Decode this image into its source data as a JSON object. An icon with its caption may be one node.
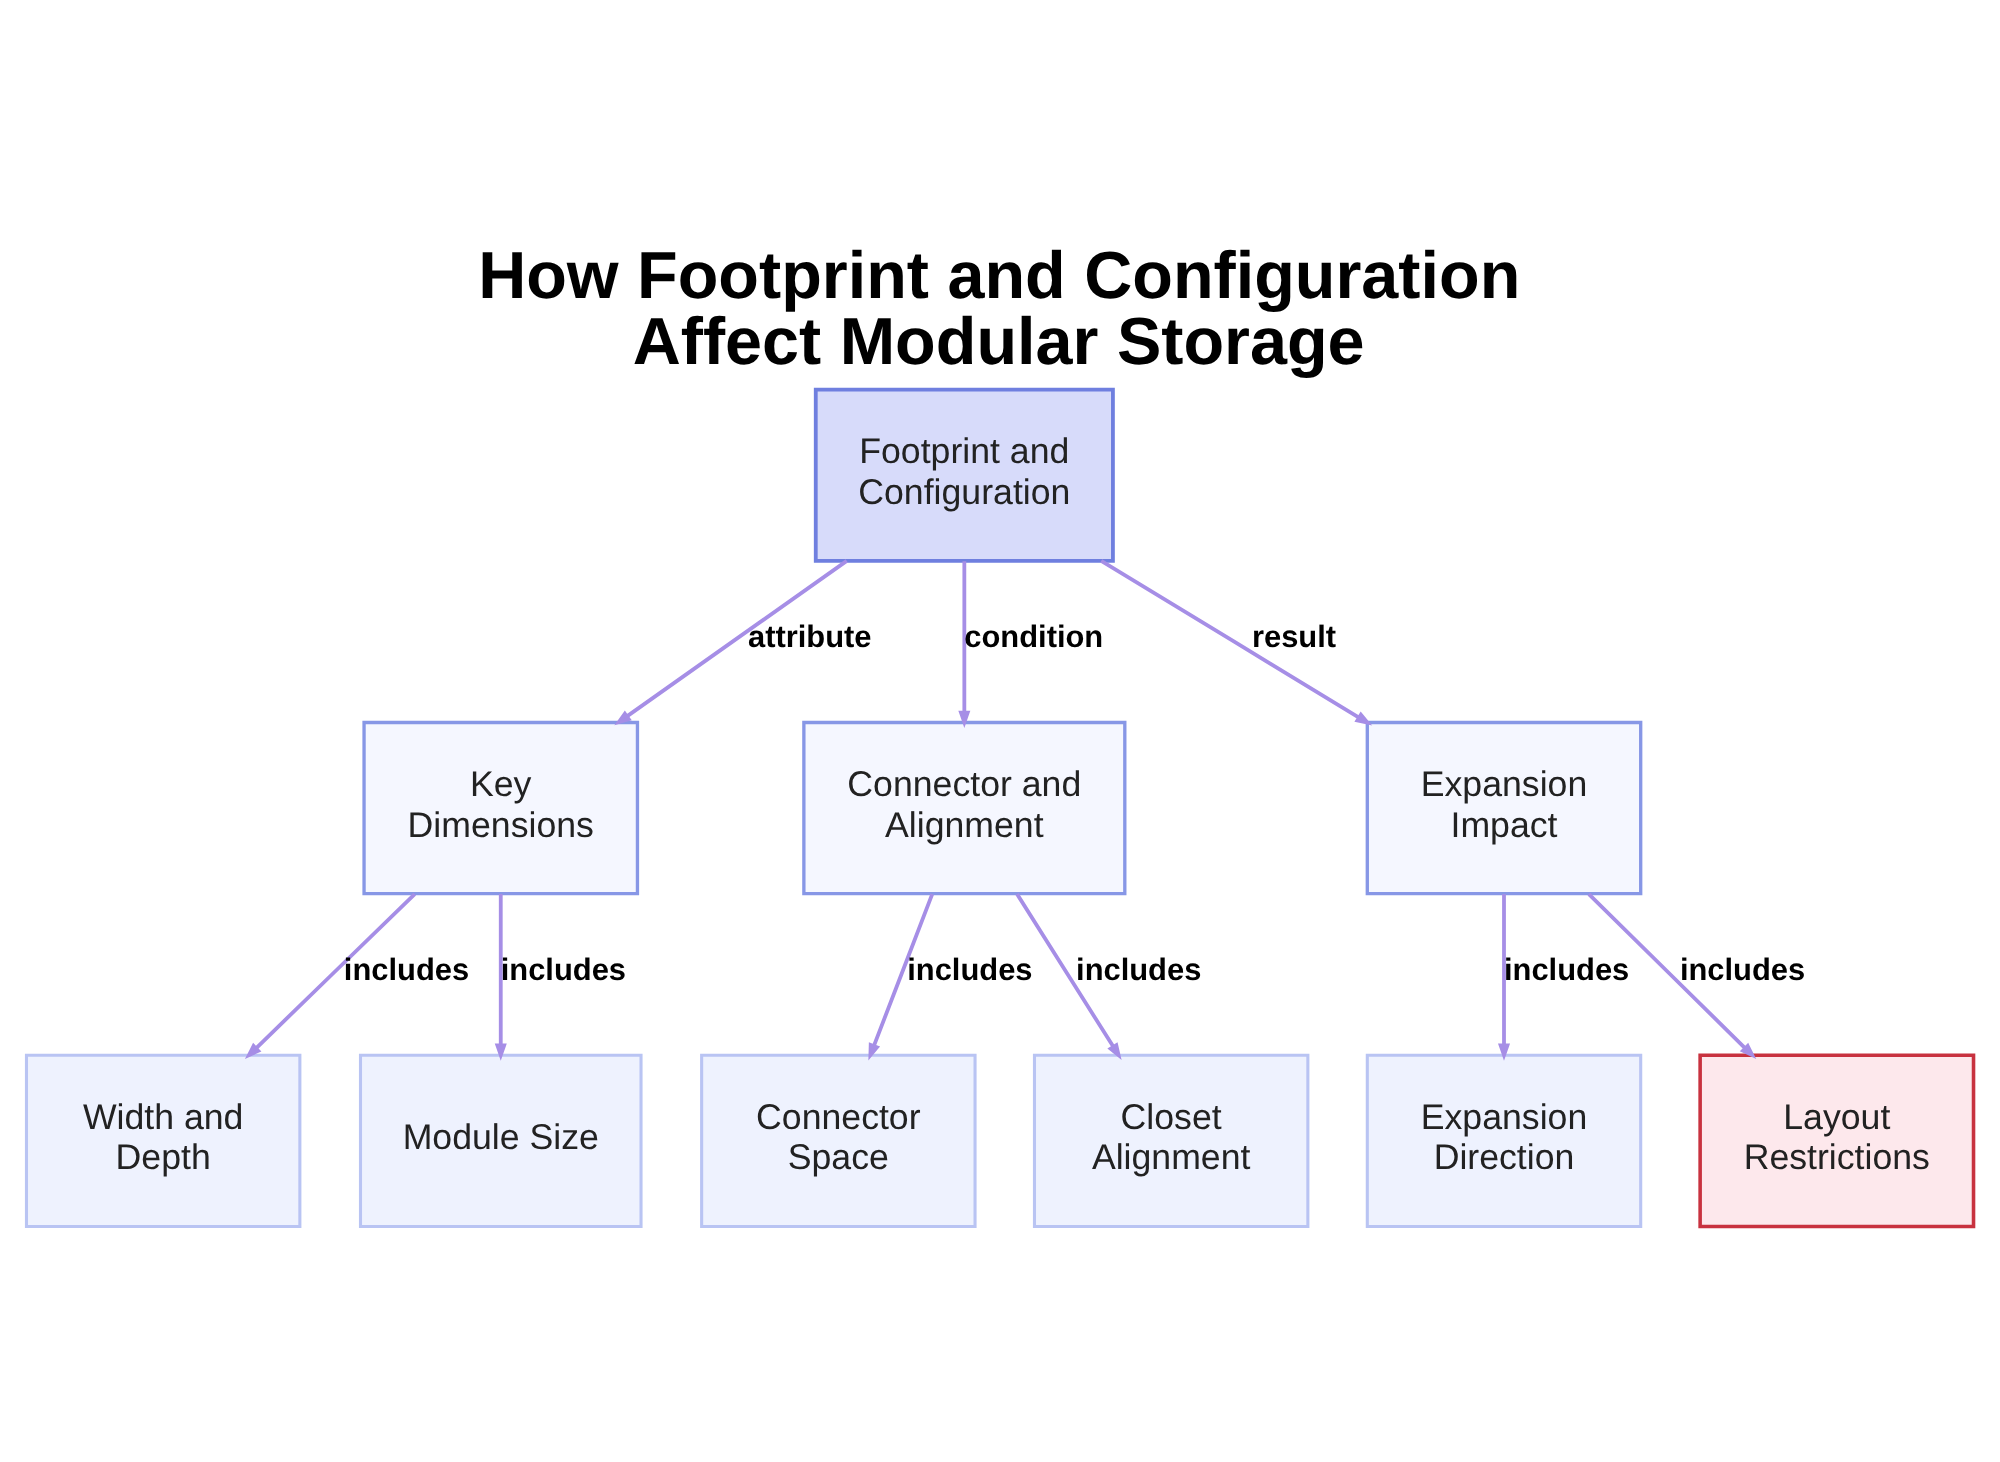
{
  "diagram": {
    "title": "How Footprint and Configuration Affect Modular Storage",
    "nodes": [
      {
        "text": [
          "Footprint and Configuration"
        ]
      },
      {
        "text": [
          "Key Dimensions"
        ]
      },
      {
        "text": [
          "Connector and Alignment"
        ]
      },
      {
        "text": [
          "Expansion Impact"
        ]
      },
      {
        "text": [
          "Width and Depth"
        ]
      },
      {
        "text": [
          "Module Size"
        ]
      },
      {
        "text": [
          "Connector Space"
        ]
      },
      {
        "text": [
          "Closet Alignment"
        ]
      },
      {
        "text": [
          "Expansion Direction"
        ]
      },
      {
        "text": [
          "Layout Restrictions"
        ]
      }
    ],
    "edges": [
      {
        "from": 0,
        "to": 1,
        "arrow": "to",
        "label": "attribute"
      },
      {
        "from": 0,
        "to": 2,
        "arrow": "to",
        "label": "condition"
      },
      {
        "from": 0,
        "to": 3,
        "arrow": "to",
        "label": "result"
      },
      {
        "from": 1,
        "to": 4,
        "arrow": "to",
        "label": "includes"
      },
      {
        "from": 1,
        "to": 5,
        "arrow": "to",
        "label": "includes"
      },
      {
        "from": 2,
        "to": 6,
        "arrow": "to",
        "label": "includes"
      },
      {
        "from": 2,
        "to": 7,
        "arrow": "to",
        "label": "includes"
      },
      {
        "from": 3,
        "to": 8,
        "arrow": "to",
        "label": "includes"
      },
      {
        "from": 3,
        "to": 9,
        "arrow": "to",
        "label": "includes"
      }
    ]
  }
}
